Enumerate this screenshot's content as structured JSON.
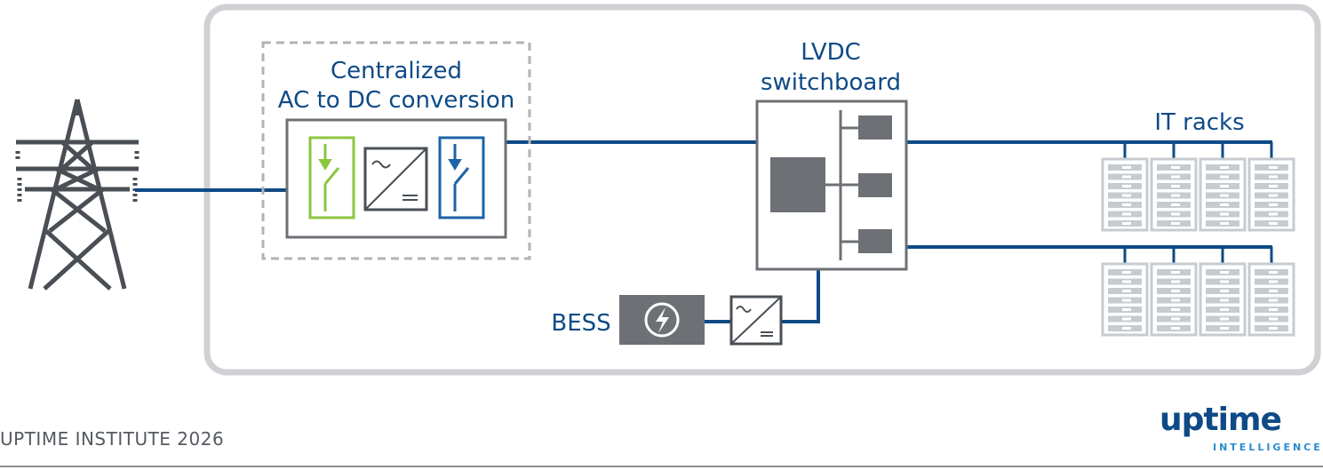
{
  "labels": {
    "conversion_line1": "Centralized",
    "conversion_line2": "AC to DC conversion",
    "switchboard_line1": "LVDC",
    "switchboard_line2": "switchboard",
    "racks": "IT racks",
    "bess": "BESS"
  },
  "footer": {
    "source": "UPTIME INSTITUTE 2026"
  },
  "logo": {
    "main": "uptime",
    "sub": "INTELLIGENCE"
  },
  "colors": {
    "wire": "#0e4a86",
    "gray": "#6d7074",
    "green": "#8cc63f",
    "blue": "#1d63a5",
    "rack": "#c7cbd0"
  }
}
